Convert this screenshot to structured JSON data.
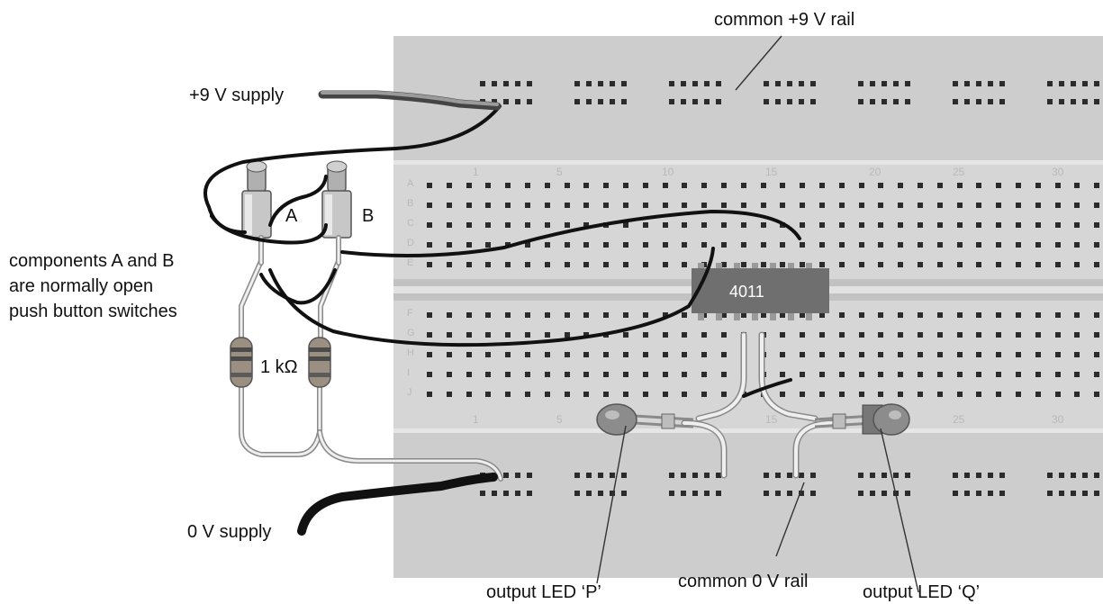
{
  "labels": {
    "common_9v_rail": "common +9 V rail",
    "supply_9v": "+9 V supply",
    "switch_a": "A",
    "switch_b": "B",
    "components_line1": "components A and B",
    "components_line2": "are normally open",
    "components_line3": "push button switches",
    "resistor": "1 kΩ",
    "ic": "4011",
    "supply_0v": "0 V supply",
    "output_p": "output LED ‘P’",
    "common_0v_rail": "common 0 V rail",
    "output_q": "output LED ‘Q’"
  },
  "breadboard": {
    "column_numbers_top": [
      "1",
      "5",
      "10",
      "15",
      "20",
      "25",
      "30"
    ],
    "column_numbers_bottom": [
      "1",
      "5",
      "10",
      "15",
      "20",
      "25",
      "30"
    ],
    "row_letters_top": [
      "A",
      "B",
      "C",
      "D",
      "E"
    ],
    "row_letters_bottom": [
      "F",
      "G",
      "H",
      "I",
      "J"
    ]
  },
  "colors": {
    "board": "#d6d6d6",
    "board_rail": "#cbcbcb",
    "hole": "#2b2b2b",
    "wire_black": "#111111",
    "wire_red_grey": "#7a7a7a",
    "ic_body": "#6f6f6f"
  }
}
